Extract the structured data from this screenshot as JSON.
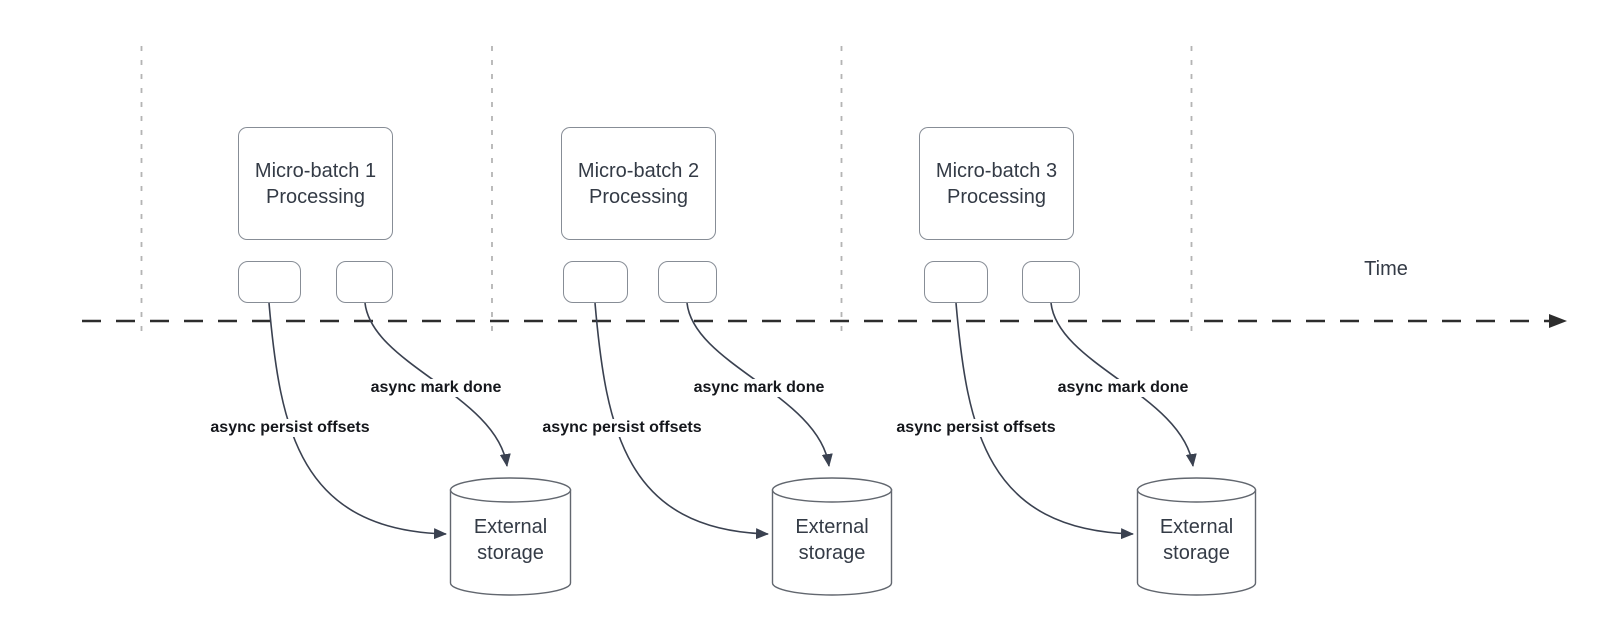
{
  "colors": {
    "background": "#ffffff",
    "box_border": "#878d96",
    "box_text": "#343b46",
    "cylinder_border": "#62676f",
    "connector": "#3a4150",
    "axis_line": "#2d2d2d",
    "gridline": "#b4b4b4",
    "annotation_text": "#15171c"
  },
  "time_axis": {
    "label": "Time"
  },
  "batches": [
    {
      "title": "Micro-batch 1 Processing",
      "persist_label": "async persist offsets",
      "mark_done_label": "async mark done",
      "storage_label": "External storage"
    },
    {
      "title": "Micro-batch 2 Processing",
      "persist_label": "async persist offsets",
      "mark_done_label": "async mark done",
      "storage_label": "External storage"
    },
    {
      "title": "Micro-batch 3 Processing",
      "persist_label": "async persist offsets",
      "mark_done_label": "async mark done",
      "storage_label": "External storage"
    }
  ]
}
